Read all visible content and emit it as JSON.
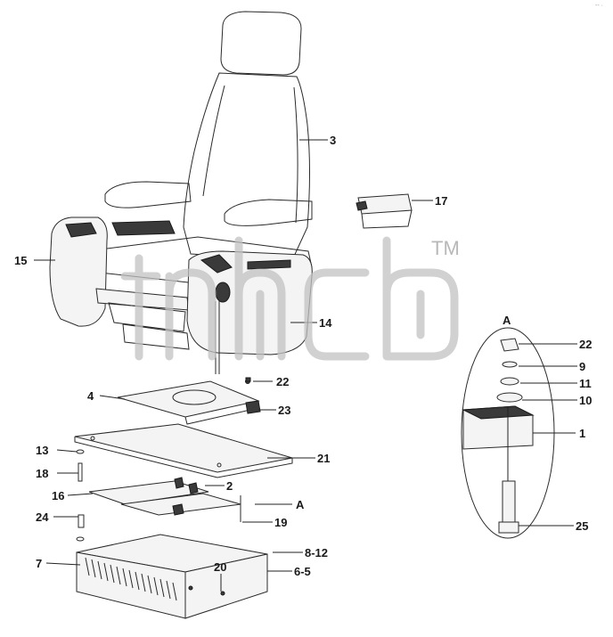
{
  "corner_mark": "-- ·",
  "watermark": {
    "trademark": "TM"
  },
  "callouts": {
    "c1": "1",
    "c2": "2",
    "c3": "3",
    "c4": "4",
    "c6_5": "6-5",
    "c7": "7",
    "c8_12": "8-12",
    "c9": "9",
    "c10": "10",
    "c11": "11",
    "c13": "13",
    "c14": "14",
    "c15": "15",
    "c16": "16",
    "c17": "17",
    "c18": "18",
    "c19": "19",
    "c20": "20",
    "c21": "21",
    "c22_top": "22",
    "c22_detail": "22",
    "c23": "23",
    "c24": "24",
    "c25": "25",
    "a_mark": "A",
    "a_detail": "A"
  }
}
